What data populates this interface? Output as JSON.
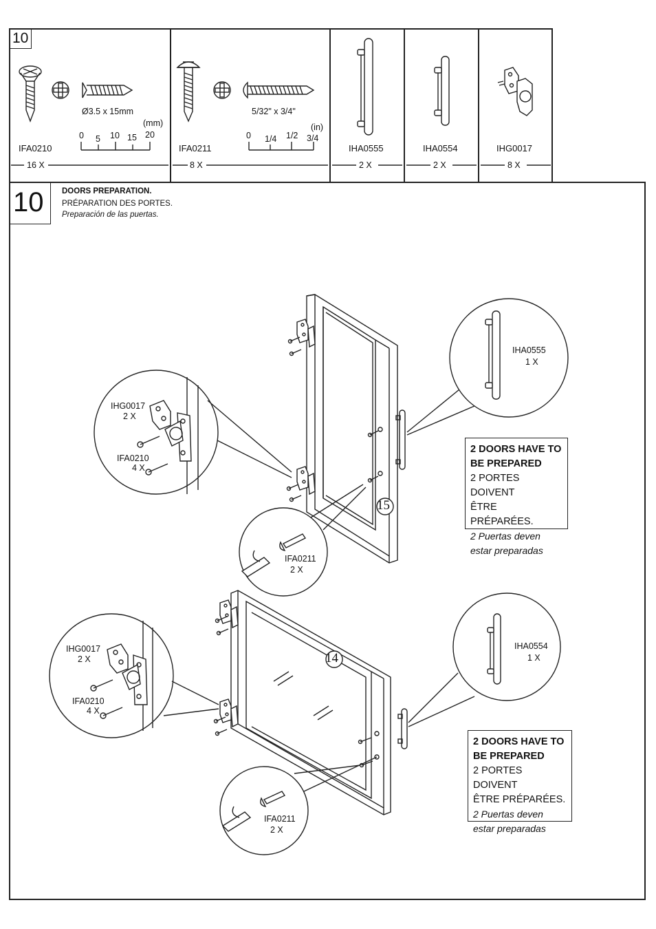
{
  "parts_panel": {
    "step_number": "10",
    "parts": [
      {
        "code": "IFA0210",
        "qty": "16 X",
        "size": "Ø3.5 x 15mm",
        "unit": "(mm)",
        "scale": [
          "0",
          "5",
          "10",
          "15",
          "20"
        ]
      },
      {
        "code": "IFA0211",
        "qty": "8 X",
        "size": "5/32\" x 3/4\"",
        "unit": "(in)",
        "scale": [
          "0",
          "1/4",
          "1/2",
          "3/4"
        ]
      },
      {
        "code": "IHA0555",
        "qty": "2 X"
      },
      {
        "code": "IHA0554",
        "qty": "2 X"
      },
      {
        "code": "IHG0017",
        "qty": "8 X"
      }
    ]
  },
  "step": {
    "number": "10",
    "title_en": "DOORS PREPARATION.",
    "title_fr": "PRÉPARATION DES PORTES.",
    "title_es": "Preparación de las puertas."
  },
  "door_top": {
    "part_number": "15",
    "hinge_label": "IHG0017",
    "hinge_qty": "2 X",
    "screw_label": "IFA0210",
    "screw_qty": "4 X",
    "handle_label": "IHA0555",
    "handle_qty": "1 X",
    "handle_screw_label": "IFA0211",
    "handle_screw_qty": "2 X",
    "note": {
      "en1": "2 DOORS HAVE TO",
      "en2": "BE PREPARED",
      "fr1": "2 PORTES DOIVENT",
      "fr2": "ÊTRE PRÉPARÉES.",
      "es1": "2 Puertas deven",
      "es2": "estar preparadas"
    }
  },
  "door_bottom": {
    "part_number": "14",
    "hinge_label": "IHG0017",
    "hinge_qty": "2 X",
    "screw_label": "IFA0210",
    "screw_qty": "4 X",
    "handle_label": "IHA0554",
    "handle_qty": "1 X",
    "handle_screw_label": "IFA0211",
    "handle_screw_qty": "2 X",
    "note": {
      "en1": "2 DOORS HAVE TO",
      "en2": "BE PREPARED",
      "fr1": "2 PORTES DOIVENT",
      "fr2": "ÊTRE PRÉPARÉES.",
      "es1": "2 Puertas deven",
      "es2": "estar preparadas"
    }
  }
}
